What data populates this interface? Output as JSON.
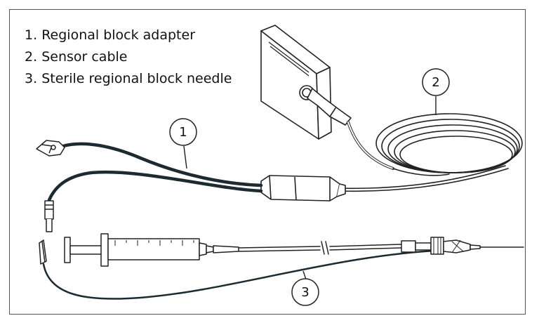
{
  "legend": {
    "items": [
      {
        "number": "1.",
        "text": "Regional block adapter"
      },
      {
        "number": "2.",
        "text": "Sensor cable"
      },
      {
        "number": "3.",
        "text": "Sterile regional block needle"
      }
    ]
  },
  "callouts": {
    "adapter": "1",
    "sensor_cable": "2",
    "needle": "3"
  },
  "colors": {
    "outline": "#222222",
    "cable_dark": "#1c2a32",
    "fill_light": "#ffffff",
    "frame": "#555555"
  }
}
